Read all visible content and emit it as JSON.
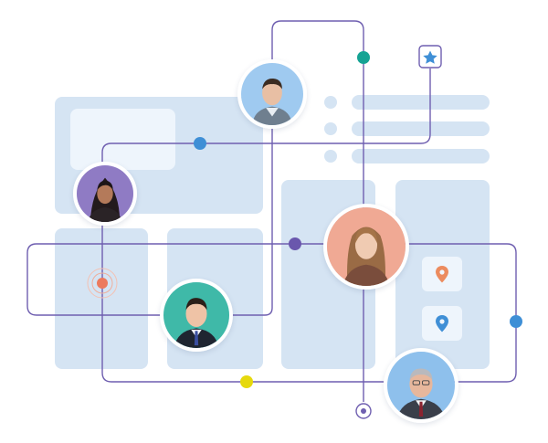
{
  "illustration": {
    "colors": {
      "panel": "#d5e4f3",
      "panel_light": "#eef5fc",
      "line": "#6f5fb0",
      "node_teal": "#16a394",
      "node_blue": "#3f8fd6",
      "node_purple": "#6a57ad",
      "node_yellow": "#e6d90d",
      "target_orange": "#ec7a5e",
      "pin_orange": "#ec8b5e",
      "pin_blue": "#3f8fd6",
      "star": "#3f8fd6"
    },
    "icons": [
      "star-icon",
      "location-pin-icon",
      "target-icon"
    ],
    "people": [
      {
        "id": "person-top",
        "background": "#9fcaf0"
      },
      {
        "id": "person-left",
        "background": "#8f7bc4"
      },
      {
        "id": "person-center",
        "background": "#f0a994"
      },
      {
        "id": "person-bottom-left",
        "background": "#3fb9a8"
      },
      {
        "id": "person-bottom-right",
        "background": "#8ec0ec"
      }
    ]
  }
}
